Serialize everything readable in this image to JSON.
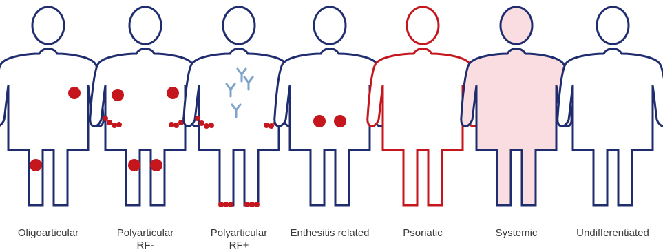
{
  "colors": {
    "outline_default": "#1f2d6e",
    "outline_psoriatic": "#c4161c",
    "joint": "#c4161c",
    "fill_systemic": "#f9dde0",
    "antibody": "#7ea3c9"
  },
  "figures": [
    {
      "name": "oligoarticular",
      "label_lines": [
        "Oligoarticular"
      ]
    },
    {
      "name": "polyarticular-rf-neg",
      "label_lines": [
        "Polyarticular",
        "RF-"
      ]
    },
    {
      "name": "polyarticular-rf-pos",
      "label_lines": [
        "Polyarticular",
        "RF+"
      ]
    },
    {
      "name": "enthesitis-related",
      "label_lines": [
        "Enthesitis related"
      ]
    },
    {
      "name": "psoriatic",
      "label_lines": [
        "Psoriatic"
      ]
    },
    {
      "name": "systemic",
      "label_lines": [
        "Systemic"
      ]
    },
    {
      "name": "undifferentiated",
      "label_lines": [
        "Undifferentiated"
      ]
    }
  ]
}
